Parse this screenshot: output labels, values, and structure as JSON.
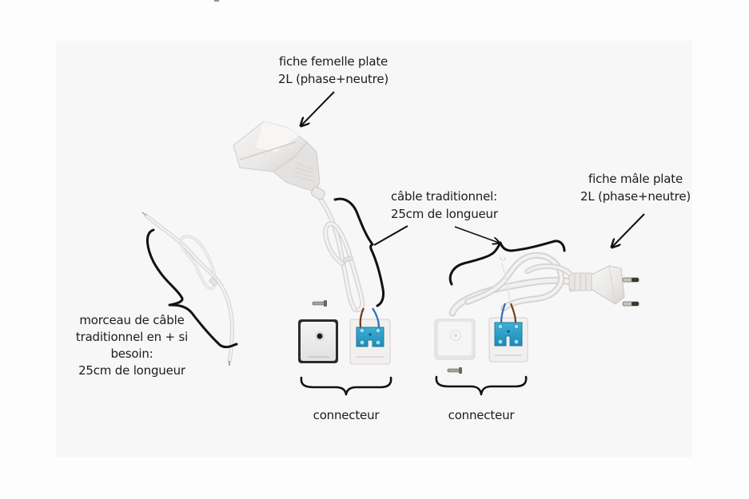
{
  "image": {
    "description": "Annotated product photo of a flat 2-wire extension cable kit with labeled parts",
    "colors": {
      "page_background": "#fefdfd",
      "panel_background": "#f8f7f7",
      "annotation_ink": "#111111",
      "terminal_block_blue": "#2a9fc9",
      "wire_blue": "#2f6fb8",
      "wire_brown": "#6b3f22",
      "plastic_white": "#ecebea"
    }
  },
  "labels": {
    "female_plug": {
      "lines": [
        "fiche femelle plate",
        "2L (phase+neutre)"
      ]
    },
    "male_plug": {
      "lines": [
        "fiche mâle plate",
        "2L (phase+neutre)"
      ]
    },
    "cable": {
      "lines": [
        "câble traditionnel:",
        "25cm de longueur"
      ]
    },
    "cable_piece": {
      "lines": [
        "morceau de câble",
        "traditionnel en + si",
        "besoin:",
        "25cm de longueur"
      ]
    },
    "connector_left": {
      "text": "connecteur"
    },
    "connector_right": {
      "text": "connecteur"
    }
  },
  "components": [
    {
      "id": "female-plug",
      "name": "fiche femelle plate 2L"
    },
    {
      "id": "male-plug",
      "name": "fiche mâle plate 2L"
    },
    {
      "id": "cable-piece",
      "name": "morceau de câble"
    },
    {
      "id": "connector-left",
      "name": "connecteur",
      "parts": [
        "cover",
        "terminal-block",
        "screw"
      ]
    },
    {
      "id": "connector-right",
      "name": "connecteur",
      "parts": [
        "cover",
        "terminal-block",
        "screw"
      ]
    }
  ],
  "icons": {
    "arrow": "arrow-down-left-icon",
    "brace": "curly-brace-icon"
  }
}
